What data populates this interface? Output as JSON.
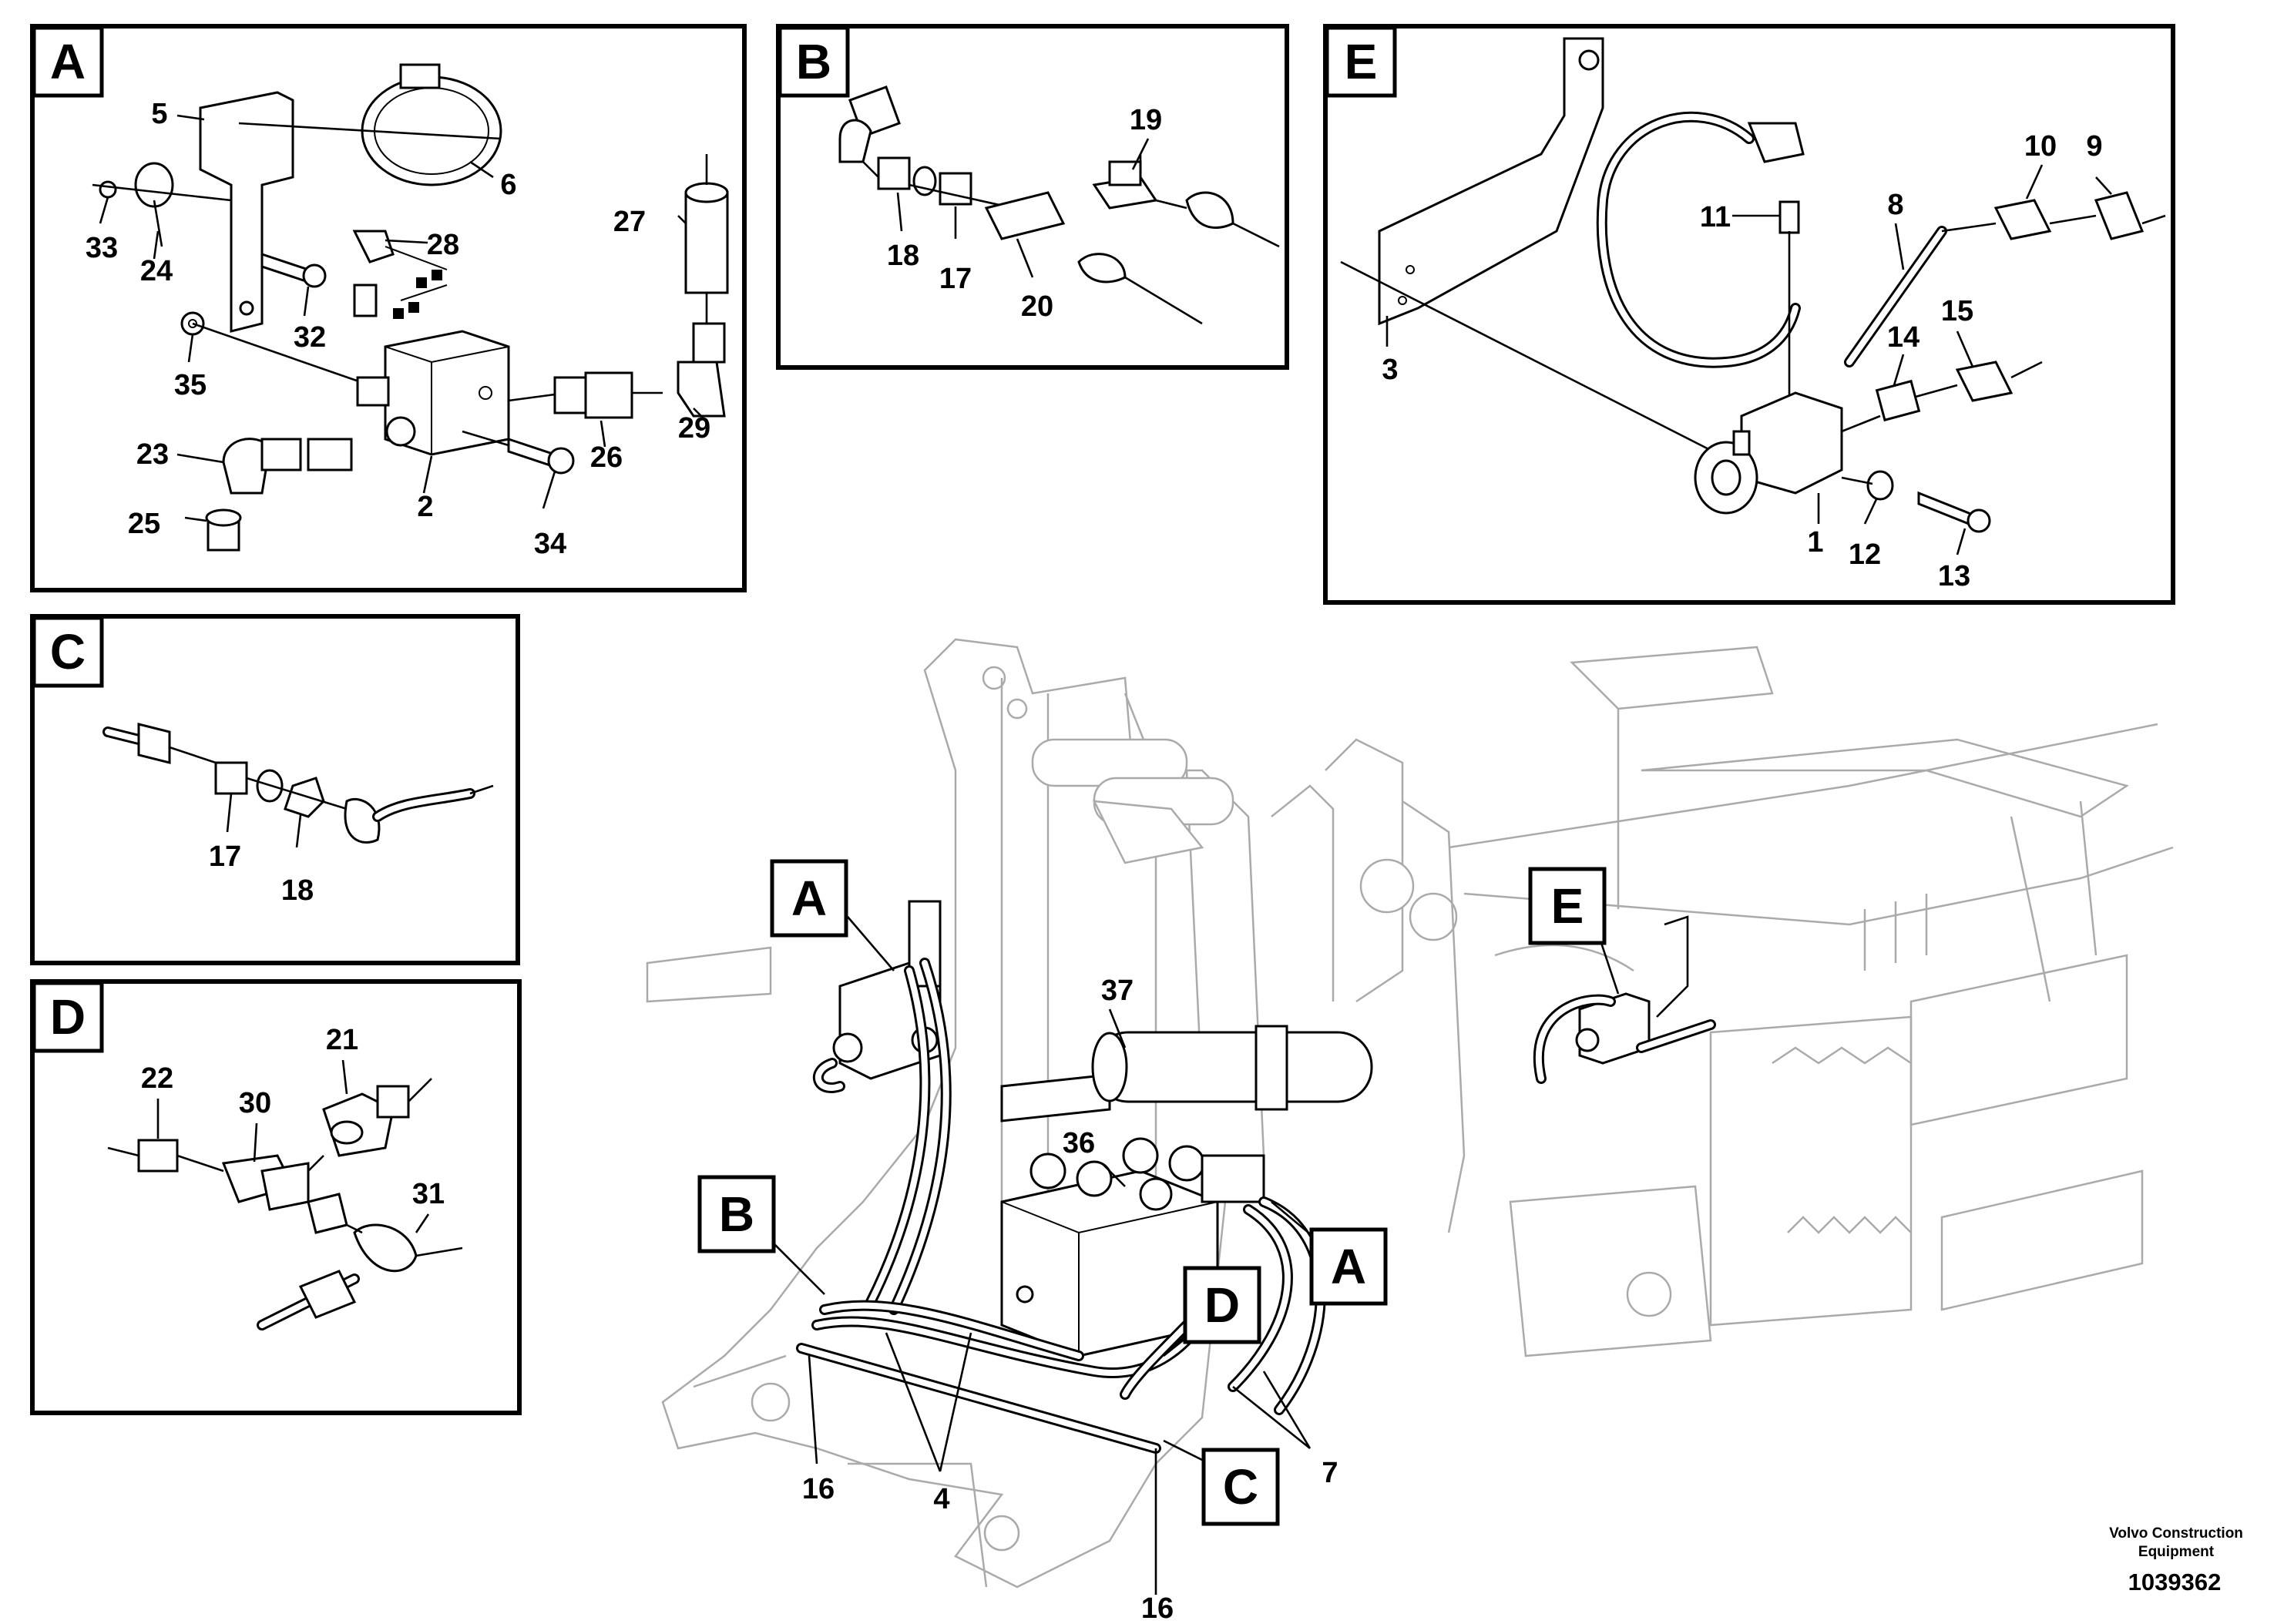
{
  "panels": [
    {
      "id": "A",
      "labels": [
        "5",
        "6",
        "33",
        "24",
        "28",
        "32",
        "27",
        "35",
        "23",
        "26",
        "29",
        "2",
        "25",
        "34"
      ]
    },
    {
      "id": "B",
      "labels": [
        "19",
        "18",
        "17",
        "20"
      ]
    },
    {
      "id": "E",
      "labels": [
        "11",
        "8",
        "10",
        "9",
        "3",
        "14",
        "15",
        "1",
        "12",
        "13"
      ]
    },
    {
      "id": "C",
      "labels": [
        "17",
        "18"
      ]
    },
    {
      "id": "D",
      "labels": [
        "21",
        "22",
        "30",
        "31"
      ]
    }
  ],
  "main_view": {
    "callouts": [
      "A",
      "E",
      "B",
      "A",
      "D",
      "C"
    ],
    "labels": [
      "37",
      "36",
      "16",
      "4",
      "7",
      "16"
    ]
  },
  "footer": {
    "company": "Volvo Construction",
    "company2": "Equipment",
    "drawing_no": "1039362"
  }
}
